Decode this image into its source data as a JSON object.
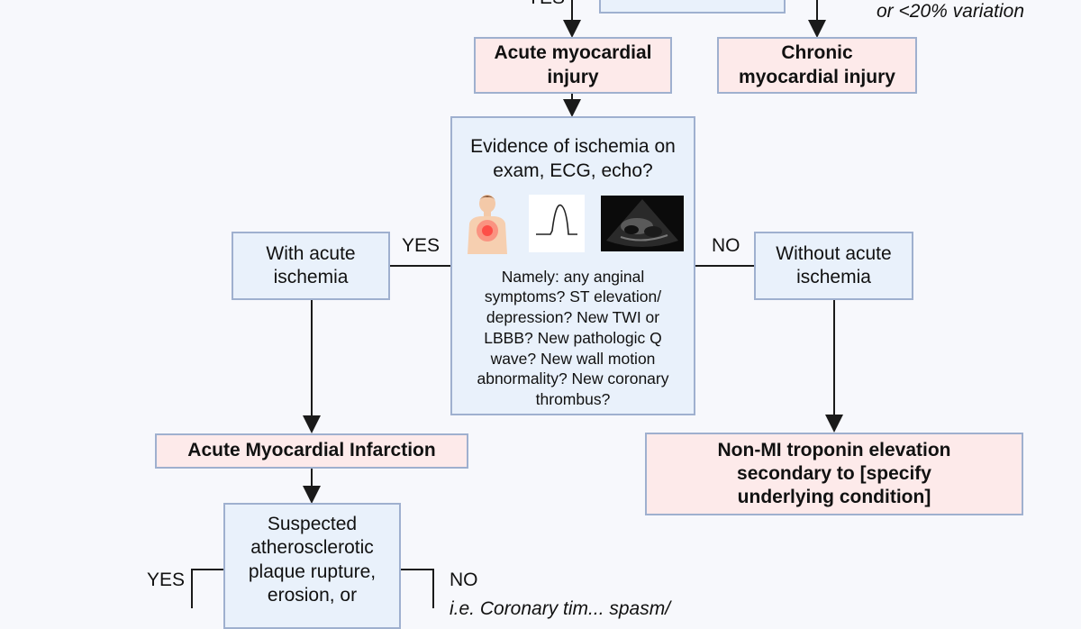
{
  "edge_labels": {
    "yes_top": "YES",
    "yes_left": "YES",
    "no_right": "NO",
    "yes_bottom": "YES",
    "no_bottom": "NO"
  },
  "note_top_right": "or <20% variation",
  "nodes": {
    "acute_injury": "Acute myocardial injury",
    "chronic_injury": "Chronic myocardial injury",
    "ischemia_question": "Evidence of ischemia on exam, ECG, echo?",
    "ischemia_detail": "Namely: any anginal symptoms? ST elevation/ depression? New TWI or LBBB? New pathologic Q wave? New wall motion abnormality? New coronary thrombus?",
    "with_ischemia": "With acute ischemia",
    "without_ischemia": "Without acute ischemia",
    "ami": "Acute Myocardial Infarction",
    "non_mi": "Non-MI troponin elevation secondary to [specify underlying condition]",
    "plaque_question": "Suspected atherosclerotic plaque rupture, erosion, or",
    "bottom_right_fragment": "i.e. Coronary tim... spasm/"
  },
  "icons": [
    "chest-pain-patient-icon",
    "ecg-waveform-icon",
    "echocardiogram-image-icon"
  ]
}
